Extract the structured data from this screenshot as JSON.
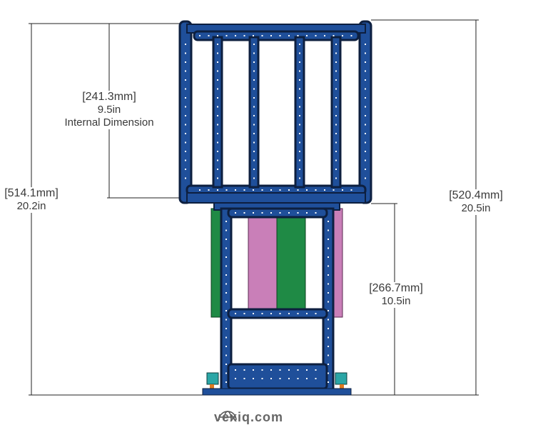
{
  "dimensions": {
    "overall_left": {
      "mm": "[514.1mm]",
      "in": "20.2in"
    },
    "internal": {
      "mm": "[241.3mm]",
      "in": "9.5in",
      "note": "Internal Dimension"
    },
    "overall_right": {
      "mm": "[520.4mm]",
      "in": "20.5in"
    },
    "lower": {
      "mm": "[266.7mm]",
      "in": "10.5in"
    }
  },
  "footer": {
    "site": "vexiq.com",
    "icon": "globe-icon"
  },
  "colors": {
    "beam": "#1f4f9a",
    "beam_dark": "#0d1f3f",
    "green": "#1f8a45",
    "pink": "#c97fb8",
    "teal": "#2aa6a6",
    "orange": "#e07a1f"
  }
}
